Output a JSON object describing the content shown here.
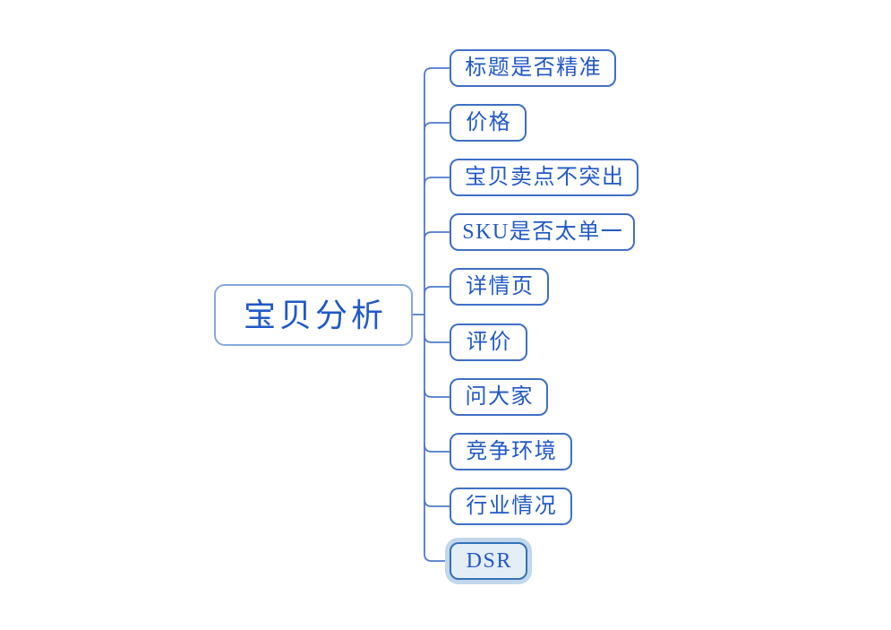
{
  "colors": {
    "background": "#FFFFFF",
    "root_border": "#85A8DC",
    "child_border": "#3E6FC6",
    "connector": "#4E79CB",
    "text": "#2059C7",
    "selected_fill": "#E4EEF7",
    "selected_border": "#3271BA",
    "selected_halo": "#C3D7EA"
  },
  "mindmap": {
    "root": {
      "label": "宝贝分析"
    },
    "children": [
      {
        "label": "标题是否精准",
        "selected": false
      },
      {
        "label": "价格",
        "selected": false
      },
      {
        "label": "宝贝卖点不突出",
        "selected": false
      },
      {
        "label": "SKU是否太单一",
        "selected": false
      },
      {
        "label": "详情页",
        "selected": false
      },
      {
        "label": "评价",
        "selected": false
      },
      {
        "label": "问大家",
        "selected": false
      },
      {
        "label": "竞争环境",
        "selected": false
      },
      {
        "label": "行业情况",
        "selected": false
      },
      {
        "label": "DSR",
        "selected": true
      }
    ]
  }
}
